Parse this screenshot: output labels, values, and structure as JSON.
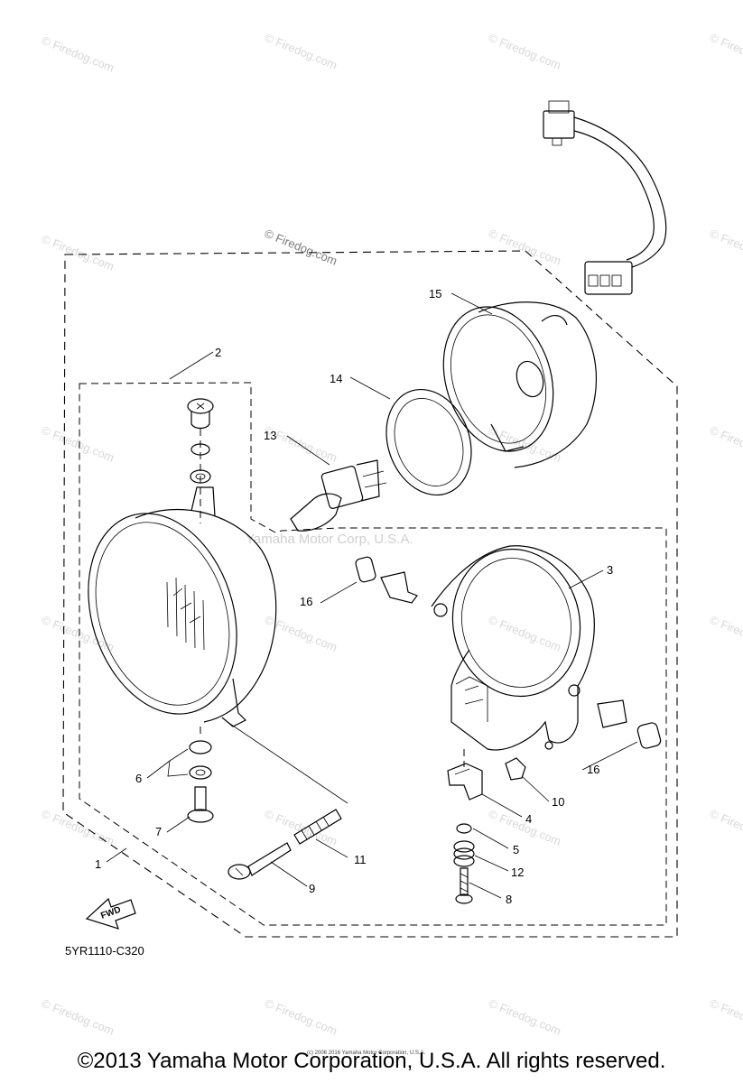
{
  "watermark": {
    "text": "© Firedog.com",
    "center_text": "Yamaha Motor Corp, U.S.A.",
    "fine_print": "(c) 2006 2016 Yamaha Motor Corporation, U.S.A."
  },
  "callouts": {
    "c1": "1",
    "c2": "2",
    "c3": "3",
    "c4": "4",
    "c5": "5",
    "c6": "6",
    "c7": "7",
    "c8": "8",
    "c9": "9",
    "c10": "10",
    "c11": "11",
    "c12": "12",
    "c13": "13",
    "c14": "14",
    "c15": "15",
    "c16a": "16",
    "c16b": "16"
  },
  "diagram_code": "5YR1110-C320",
  "fwd_label": "FWD",
  "copyright": "©2013 Yamaha Motor Corporation, U.S.A. All rights reserved."
}
